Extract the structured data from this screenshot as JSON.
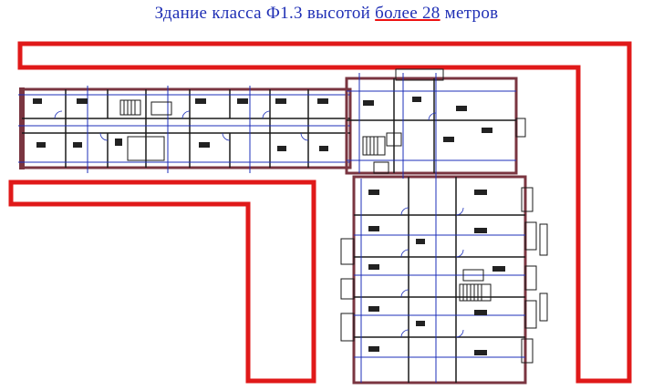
{
  "title": {
    "before": "Здание класса Ф1.3 высотой ",
    "highlight": "более 28",
    "after": " метров"
  },
  "colors": {
    "title_text": "#1f2fb5",
    "highlight_underline": "#e11111",
    "access_lanes": "#e01919",
    "walls": "#1a1a1a",
    "wall_fill": "#7a3540",
    "grid_lines": "#1d2fb8",
    "background": "#ffffff"
  },
  "plan": {
    "wings": [
      "horizontal-wing",
      "vertical-wing"
    ],
    "access_lanes": [
      "fire-lane-outer-l",
      "fire-lane-inner-l"
    ]
  }
}
